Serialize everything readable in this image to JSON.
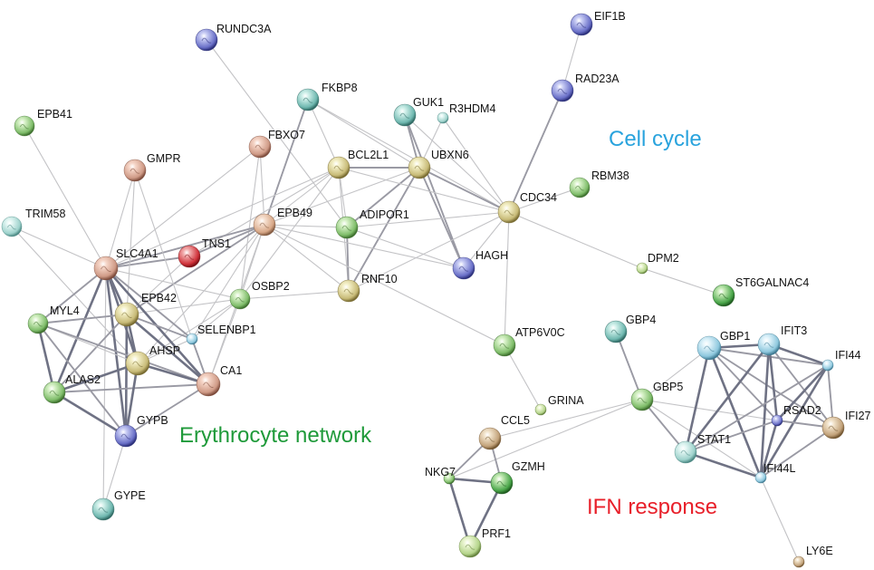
{
  "palette": {
    "red": [
      "#f3b0b0",
      "#d0323a",
      "#7a0f14"
    ],
    "salmon": [
      "#f6d6c8",
      "#cf9a86",
      "#7c4a3a"
    ],
    "peach": [
      "#f6e0d0",
      "#d8a888",
      "#825a40"
    ],
    "khaki": [
      "#f4f0c8",
      "#c8bb78",
      "#776a30"
    ],
    "green": [
      "#d8f2c8",
      "#7fbd6a",
      "#3c6e2c"
    ],
    "darkgreen": [
      "#c8ecb8",
      "#4aa64a",
      "#1e5a1e"
    ],
    "teal": [
      "#d0f0ea",
      "#6fb8b0",
      "#2e6862"
    ],
    "lightteal": [
      "#e4f7f4",
      "#9ed2cc",
      "#4b8883"
    ],
    "lightblue": [
      "#e2f4fb",
      "#8ec8de",
      "#3f7a92"
    ],
    "blue": [
      "#c8ccf4",
      "#6a70c8",
      "#2a2e78"
    ],
    "tan": [
      "#f2e4cc",
      "#c2a27a",
      "#70532e"
    ],
    "lightgreen": [
      "#ecf6d4",
      "#b4d48a",
      "#62803a"
    ]
  },
  "nodes": [
    {
      "id": "EIF1B",
      "label": "EIF1B",
      "color": "blue"
    },
    {
      "id": "RUNDC3A",
      "label": "RUNDC3A",
      "color": "blue"
    },
    {
      "id": "RAD23A",
      "label": "RAD23A",
      "color": "blue"
    },
    {
      "id": "FKBP8",
      "label": "FKBP8",
      "color": "teal"
    },
    {
      "id": "EPB41",
      "label": "EPB41",
      "color": "green"
    },
    {
      "id": "GUK1",
      "label": "GUK1",
      "color": "teal"
    },
    {
      "id": "R3HDM4",
      "label": "R3HDM4",
      "color": "lightteal"
    },
    {
      "id": "FBXO7",
      "label": "FBXO7",
      "color": "salmon"
    },
    {
      "id": "GMPR",
      "label": "GMPR",
      "color": "salmon"
    },
    {
      "id": "BCL2L1",
      "label": "BCL2L1",
      "color": "khaki"
    },
    {
      "id": "UBXN6",
      "label": "UBXN6",
      "color": "khaki"
    },
    {
      "id": "RBM38",
      "label": "RBM38",
      "color": "green"
    },
    {
      "id": "CDC34",
      "label": "CDC34",
      "color": "khaki"
    },
    {
      "id": "TRIM58",
      "label": "TRIM58",
      "color": "lightteal"
    },
    {
      "id": "EPB49",
      "label": "EPB49",
      "color": "peach"
    },
    {
      "id": "ADIPOR1",
      "label": "ADIPOR1",
      "color": "green"
    },
    {
      "id": "SLC4A1",
      "label": "SLC4A1",
      "color": "salmon"
    },
    {
      "id": "TNS1",
      "label": "TNS1",
      "color": "red"
    },
    {
      "id": "HAGH",
      "label": "HAGH",
      "color": "blue"
    },
    {
      "id": "DPM2",
      "label": "DPM2",
      "color": "lightgreen"
    },
    {
      "id": "OSBP2",
      "label": "OSBP2",
      "color": "green"
    },
    {
      "id": "RNF10",
      "label": "RNF10",
      "color": "khaki"
    },
    {
      "id": "ST6GALNAC4",
      "label": "ST6GALNAC4",
      "color": "darkgreen"
    },
    {
      "id": "EPB42",
      "label": "EPB42",
      "color": "khaki"
    },
    {
      "id": "MYL4",
      "label": "MYL4",
      "color": "green"
    },
    {
      "id": "SELENBP1",
      "label": "SELENBP1",
      "color": "lightblue"
    },
    {
      "id": "GBP4",
      "label": "GBP4",
      "color": "teal"
    },
    {
      "id": "ATP6V0C",
      "label": "ATP6V0C",
      "color": "green"
    },
    {
      "id": "IFIT3",
      "label": "IFIT3",
      "color": "lightblue"
    },
    {
      "id": "GBP1",
      "label": "GBP1",
      "color": "lightblue"
    },
    {
      "id": "AHSP",
      "label": "AHSP",
      "color": "khaki"
    },
    {
      "id": "IFI44",
      "label": "IFI44",
      "color": "lightblue"
    },
    {
      "id": "CA1",
      "label": "CA1",
      "color": "salmon"
    },
    {
      "id": "ALAS2",
      "label": "ALAS2",
      "color": "green"
    },
    {
      "id": "GBP5",
      "label": "GBP5",
      "color": "green"
    },
    {
      "id": "RSAD2",
      "label": "RSAD2",
      "color": "blue"
    },
    {
      "id": "IFI27",
      "label": "IFI27",
      "color": "tan"
    },
    {
      "id": "GRINA",
      "label": "GRINA",
      "color": "lightgreen"
    },
    {
      "id": "STAT1",
      "label": "STAT1",
      "color": "lightteal"
    },
    {
      "id": "CCL5",
      "label": "CCL5",
      "color": "tan"
    },
    {
      "id": "GYPB",
      "label": "GYPB",
      "color": "blue"
    },
    {
      "id": "NKG7",
      "label": "NKG7",
      "color": "green"
    },
    {
      "id": "GZMH",
      "label": "GZMH",
      "color": "darkgreen"
    },
    {
      "id": "IFI44L",
      "label": "IFI44L",
      "color": "lightblue"
    },
    {
      "id": "GYPE",
      "label": "GYPE",
      "color": "teal"
    },
    {
      "id": "PRF1",
      "label": "PRF1",
      "color": "lightgreen"
    },
    {
      "id": "LY6E",
      "label": "LY6E",
      "color": "tan"
    }
  ],
  "edges": [
    [
      "EIF1B",
      "RAD23A",
      "t"
    ],
    [
      "RAD23A",
      "CDC34",
      "m"
    ],
    [
      "RUNDC3A",
      "ADIPOR1",
      "t"
    ],
    [
      "FKBP8",
      "EPB49",
      "m"
    ],
    [
      "FKBP8",
      "BCL2L1",
      "t"
    ],
    [
      "FKBP8",
      "UBXN6",
      "t"
    ],
    [
      "FKBP8",
      "CDC34",
      "t"
    ],
    [
      "GUK1",
      "UBXN6",
      "m"
    ],
    [
      "GUK1",
      "HAGH",
      "m"
    ],
    [
      "GUK1",
      "CDC34",
      "t"
    ],
    [
      "R3HDM4",
      "UBXN6",
      "t"
    ],
    [
      "R3HDM4",
      "CDC34",
      "t"
    ],
    [
      "UBXN6",
      "CDC34",
      "m"
    ],
    [
      "UBXN6",
      "BCL2L1",
      "m"
    ],
    [
      "UBXN6",
      "ADIPOR1",
      "m"
    ],
    [
      "UBXN6",
      "RNF10",
      "m"
    ],
    [
      "UBXN6",
      "HAGH",
      "m"
    ],
    [
      "UBXN6",
      "EPB49",
      "t"
    ],
    [
      "BCL2L1",
      "CDC34",
      "t"
    ],
    [
      "BCL2L1",
      "EPB49",
      "t"
    ],
    [
      "BCL2L1",
      "ADIPOR1",
      "t"
    ],
    [
      "BCL2L1",
      "TNS1",
      "t"
    ],
    [
      "BCL2L1",
      "OSBP2",
      "t"
    ],
    [
      "BCL2L1",
      "SLC4A1",
      "t"
    ],
    [
      "BCL2L1",
      "RNF10",
      "t"
    ],
    [
      "FBXO7",
      "EPB49",
      "t"
    ],
    [
      "FBXO7",
      "OSBP2",
      "t"
    ],
    [
      "FBXO7",
      "SLC4A1",
      "t"
    ],
    [
      "CDC34",
      "RBM38",
      "t"
    ],
    [
      "CDC34",
      "DPM2",
      "t"
    ],
    [
      "CDC34",
      "HAGH",
      "t"
    ],
    [
      "CDC34",
      "ATP6V0C",
      "t"
    ],
    [
      "CDC34",
      "RNF10",
      "t"
    ],
    [
      "CDC34",
      "ADIPOR1",
      "t"
    ],
    [
      "DPM2",
      "ST6GALNAC4",
      "t"
    ],
    [
      "ADIPOR1",
      "RNF10",
      "m"
    ],
    [
      "ADIPOR1",
      "EPB49",
      "t"
    ],
    [
      "ADIPOR1",
      "HAGH",
      "t"
    ],
    [
      "EPB49",
      "TNS1",
      "m"
    ],
    [
      "EPB49",
      "SLC4A1",
      "m"
    ],
    [
      "EPB49",
      "EPB42",
      "m"
    ],
    [
      "EPB49",
      "OSBP2",
      "t"
    ],
    [
      "EPB49",
      "RNF10",
      "t"
    ],
    [
      "EPB49",
      "CA1",
      "t"
    ],
    [
      "EPB49",
      "AHSP",
      "t"
    ],
    [
      "EPB49",
      "SELENBP1",
      "t"
    ],
    [
      "EPB49",
      "ATP6V0C",
      "t"
    ],
    [
      "EPB49",
      "HAGH",
      "t"
    ],
    [
      "TNS1",
      "SLC4A1",
      "m"
    ],
    [
      "TNS1",
      "EPB42",
      "t"
    ],
    [
      "OSBP2",
      "SLC4A1",
      "t"
    ],
    [
      "OSBP2",
      "EPB42",
      "t"
    ],
    [
      "OSBP2",
      "AHSP",
      "t"
    ],
    [
      "OSBP2",
      "RNF10",
      "t"
    ],
    [
      "OSBP2",
      "SELENBP1",
      "t"
    ],
    [
      "OSBP2",
      "CA1",
      "t"
    ],
    [
      "EPB41",
      "SLC4A1",
      "t"
    ],
    [
      "GMPR",
      "SLC4A1",
      "t"
    ],
    [
      "GMPR",
      "EPB42",
      "t"
    ],
    [
      "GMPR",
      "SELENBP1",
      "t"
    ],
    [
      "TRIM58",
      "SLC4A1",
      "t"
    ],
    [
      "TRIM58",
      "AHSP",
      "t"
    ],
    [
      "SLC4A1",
      "EPB42",
      "k"
    ],
    [
      "SLC4A1",
      "MYL4",
      "m"
    ],
    [
      "SLC4A1",
      "ALAS2",
      "k"
    ],
    [
      "SLC4A1",
      "AHSP",
      "k"
    ],
    [
      "SLC4A1",
      "CA1",
      "k"
    ],
    [
      "SLC4A1",
      "GYPB",
      "k"
    ],
    [
      "SLC4A1",
      "SELENBP1",
      "m"
    ],
    [
      "SLC4A1",
      "GYPE",
      "t"
    ],
    [
      "EPB42",
      "AHSP",
      "k"
    ],
    [
      "EPB42",
      "CA1",
      "k"
    ],
    [
      "EPB42",
      "GYPB",
      "k"
    ],
    [
      "EPB42",
      "ALAS2",
      "m"
    ],
    [
      "EPB42",
      "MYL4",
      "m"
    ],
    [
      "EPB42",
      "SELENBP1",
      "m"
    ],
    [
      "MYL4",
      "ALAS2",
      "k"
    ],
    [
      "MYL4",
      "GYPB",
      "m"
    ],
    [
      "MYL4",
      "AHSP",
      "t"
    ],
    [
      "MYL4",
      "CA1",
      "m"
    ],
    [
      "ALAS2",
      "AHSP",
      "k"
    ],
    [
      "ALAS2",
      "CA1",
      "m"
    ],
    [
      "ALAS2",
      "GYPB",
      "k"
    ],
    [
      "AHSP",
      "CA1",
      "k"
    ],
    [
      "AHSP",
      "GYPB",
      "k"
    ],
    [
      "AHSP",
      "SELENBP1",
      "t"
    ],
    [
      "CA1",
      "GYPB",
      "m"
    ],
    [
      "CA1",
      "SELENBP1",
      "m"
    ],
    [
      "GYPB",
      "GYPE",
      "t"
    ],
    [
      "ATP6V0C",
      "GRINA",
      "t"
    ],
    [
      "GBP4",
      "GBP5",
      "m"
    ],
    [
      "GBP5",
      "GBP1",
      "t"
    ],
    [
      "GBP5",
      "STAT1",
      "m"
    ],
    [
      "GBP5",
      "CCL5",
      "t"
    ],
    [
      "GBP5",
      "NKG7",
      "t"
    ],
    [
      "GBP5",
      "IFI44L",
      "t"
    ],
    [
      "GBP5",
      "RSAD2",
      "t"
    ],
    [
      "GBP1",
      "IFIT3",
      "k"
    ],
    [
      "GBP1",
      "IFI44",
      "m"
    ],
    [
      "GBP1",
      "STAT1",
      "k"
    ],
    [
      "GBP1",
      "RSAD2",
      "m"
    ],
    [
      "GBP1",
      "IFI44L",
      "k"
    ],
    [
      "GBP1",
      "IFI27",
      "m"
    ],
    [
      "IFIT3",
      "IFI44",
      "k"
    ],
    [
      "IFIT3",
      "RSAD2",
      "k"
    ],
    [
      "IFIT3",
      "STAT1",
      "k"
    ],
    [
      "IFIT3",
      "IFI44L",
      "k"
    ],
    [
      "IFIT3",
      "IFI27",
      "m"
    ],
    [
      "IFI44",
      "RSAD2",
      "k"
    ],
    [
      "IFI44",
      "IFI44L",
      "k"
    ],
    [
      "IFI44",
      "STAT1",
      "m"
    ],
    [
      "IFI44",
      "IFI27",
      "m"
    ],
    [
      "RSAD2",
      "IFI44L",
      "k"
    ],
    [
      "RSAD2",
      "STAT1",
      "m"
    ],
    [
      "RSAD2",
      "IFI27",
      "m"
    ],
    [
      "STAT1",
      "IFI44L",
      "k"
    ],
    [
      "IFI27",
      "IFI44L",
      "m"
    ],
    [
      "IFI44L",
      "LY6E",
      "t"
    ],
    [
      "CCL5",
      "GZMH",
      "m"
    ],
    [
      "CCL5",
      "NKG7",
      "m"
    ],
    [
      "NKG7",
      "GZMH",
      "k"
    ],
    [
      "NKG7",
      "PRF1",
      "k"
    ],
    [
      "GZMH",
      "PRF1",
      "k"
    ]
  ],
  "clusters": [
    {
      "id": "cell-cycle",
      "label": "Cell cycle",
      "color": "#29a3dd"
    },
    {
      "id": "erythrocyte",
      "label": "Erythrocyte network",
      "color": "#1f9a3a"
    },
    {
      "id": "ifn",
      "label": "IFN response",
      "color": "#e8202a"
    }
  ]
}
